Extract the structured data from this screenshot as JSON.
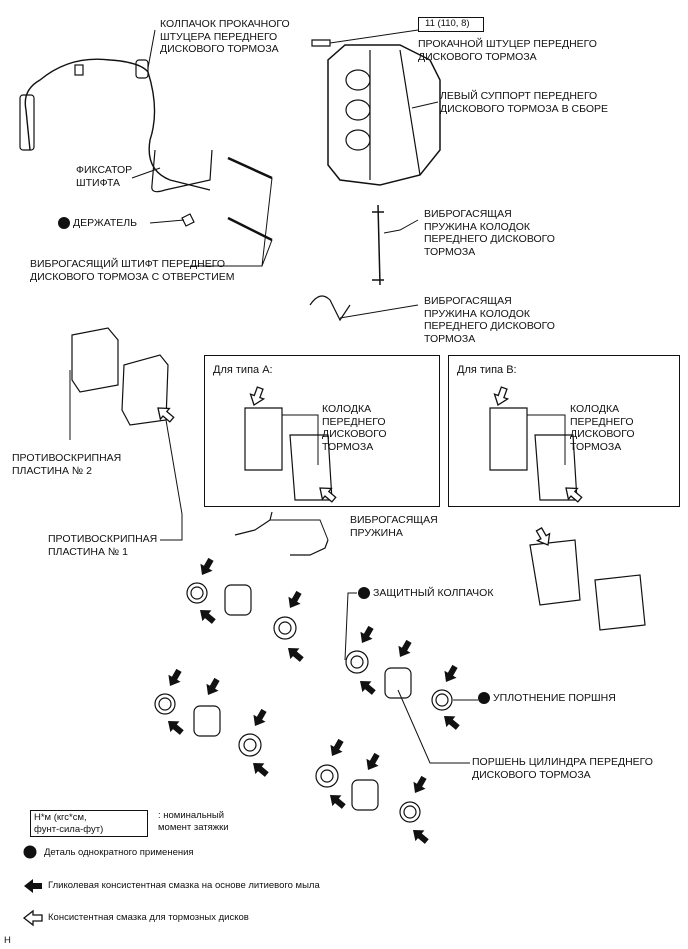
{
  "labels": {
    "bleeder_cap": "КОЛПАЧОК ПРОКАЧНОГО\nШТУЦЕРА ПЕРЕДНЕГО\nДИСКОВОГО ТОРМОЗА",
    "torque_spec": "11 (110, 8)",
    "bleeder_plug": "ПРОКАЧНОЙ ШТУЦЕР ПЕРЕДНЕГО\nДИСКОВОГО ТОРМОЗА",
    "caliper": "ЛЕВЫЙ СУППОРТ ПЕРЕДНЕГО\nДИСКОВОГО ТОРМОЗА В СБОРЕ",
    "pin_clip": "ФИКСАТОР\nШТИФТА",
    "holder": "ДЕРЖАТЕЛЬ",
    "pad_pin": "ВИБРОГАСЯЩИЙ ШТИФТ ПЕРЕДНЕГО\nДИСКОВОГО ТОРМОЗА С ОТВЕРСТИЕМ",
    "pad_spring_1": "ВИБРОГАСЯЩАЯ\nПРУЖИНА КОЛОДОК\nПЕРЕДНЕГО ДИСКОВОГО\nТОРМОЗА",
    "pad_spring_2": "ВИБРОГАСЯЩАЯ\nПРУЖИНА КОЛОДОК\nПЕРЕДНЕГО ДИСКОВОГО\nТОРМОЗА",
    "shim_2": "ПРОТИВОСКРИПНАЯ\nПЛАСТИНА № 2",
    "shim_1": "ПРОТИВОСКРИПНАЯ\nПЛАСТИНА № 1",
    "type_a": "Для типа А:",
    "type_b": "Для типа В:",
    "pad_a": "КОЛОДКА\nПЕРЕДНЕГО\nДИСКОВОГО\nТОРМОЗА",
    "pad_b": "КОЛОДКА\nПЕРЕДНЕГО\nДИСКОВОГО\nТОРМОЗА",
    "anti_rattle_spring": "ВИБРОГАСЯЩАЯ\nПРУЖИНА",
    "boot": "ЗАЩИТНЫЙ КОЛПАЧОК",
    "piston_seal": "УПЛОТНЕНИЕ ПОРШНЯ",
    "piston": "ПОРШЕНЬ ЦИЛИНДРА ПЕРЕДНЕГО\nДИСКОВОГО ТОРМОЗА"
  },
  "legend": {
    "torque_box": "Н*м (кгс*см,\nфунт-сила-фут)",
    "torque_text": ": номинальный\nмомент затяжки",
    "non_reusable": "Деталь однократного применения",
    "lithium_grease": "Гликолевая консистентная смазка на основе литиевого мыла",
    "disc_grease": "Консистентная смазка для тормозных дисков"
  },
  "corner_mark": "H",
  "colors": {
    "ink": "#111111",
    "paper": "#ffffff"
  }
}
